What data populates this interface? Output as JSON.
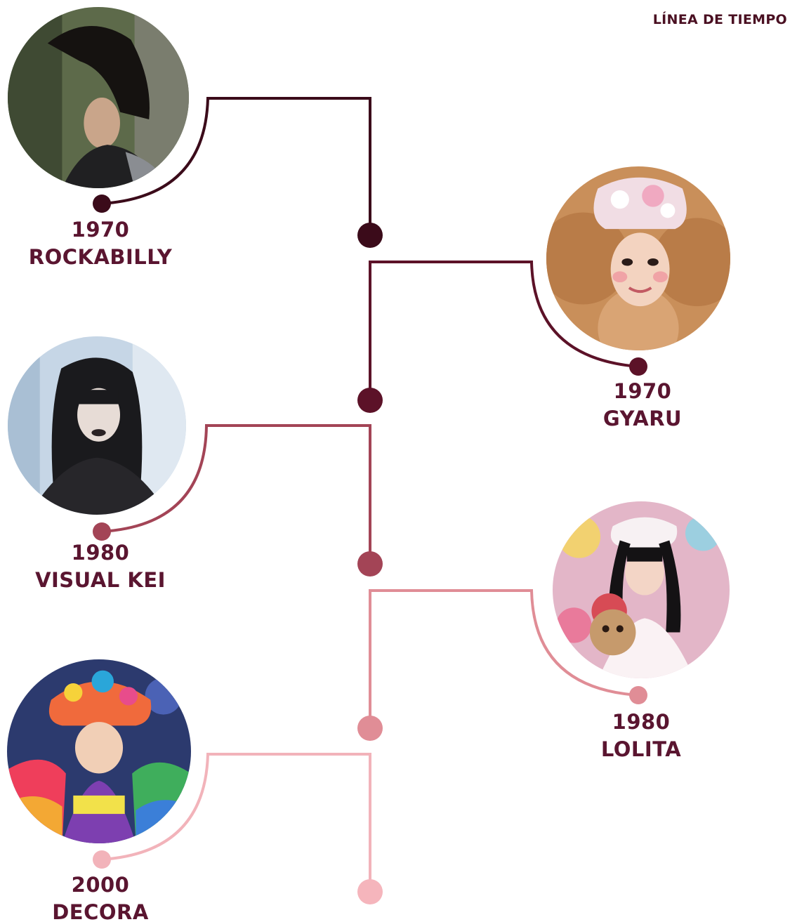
{
  "header": {
    "title": "LÍNEA DE TIEMPO"
  },
  "colors": {
    "title_text": "#4a1022",
    "label_text": "#5a1530",
    "connector_rockabilly": "#3b0b1a",
    "connector_gyaru": "#5c1228",
    "connector_visual_kei": "#a34456",
    "connector_lolita": "#e08d96",
    "connector_decora": "#f2b3ba",
    "axis_end_dot": "#f5b5bc"
  },
  "timeline": [
    {
      "key": "rockabilly",
      "year": "1970",
      "name": "ROCKABILLY",
      "icon": "mohawk-portrait-icon"
    },
    {
      "key": "gyaru",
      "year": "1970",
      "name": "GYARU",
      "icon": "curly-blonde-portrait-icon"
    },
    {
      "key": "visual_kei",
      "year": "1980",
      "name": "VISUAL KEI",
      "icon": "dark-hair-portrait-icon"
    },
    {
      "key": "lolita",
      "year": "1980",
      "name": "LOLITA",
      "icon": "bonnet-teddy-portrait-icon"
    },
    {
      "key": "decora",
      "year": "2000",
      "name": "DECORA",
      "icon": "colorful-jacket-portrait-icon"
    }
  ]
}
